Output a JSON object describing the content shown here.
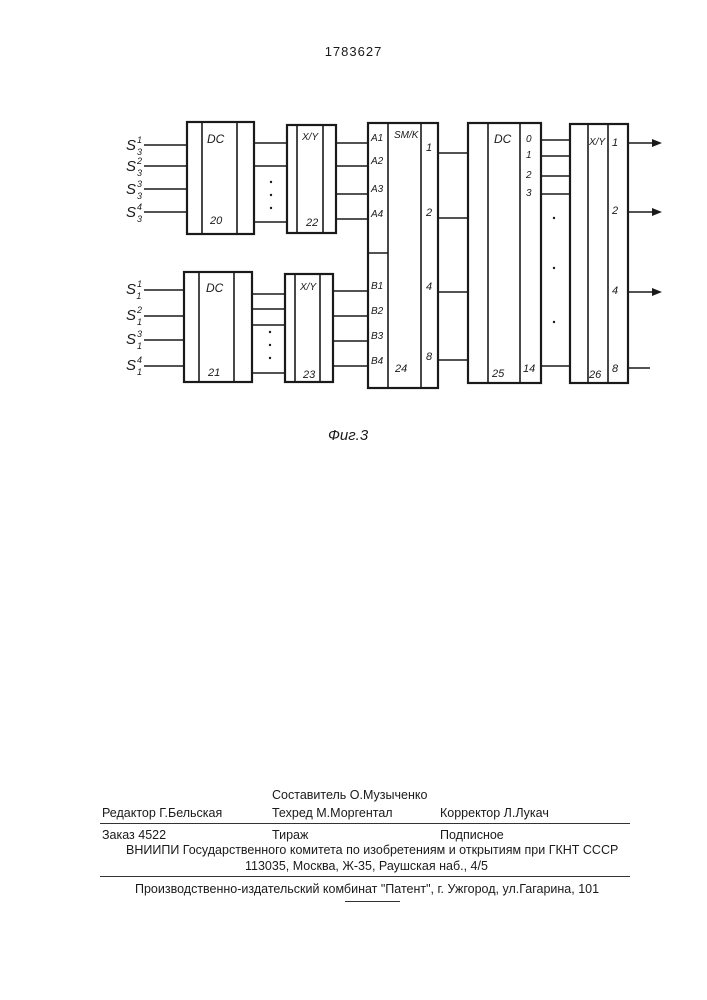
{
  "page_number": "1783627",
  "figure": {
    "caption": "Фиг.3",
    "inputs_upper": [
      {
        "base": "S",
        "sup": "1",
        "sub": "3"
      },
      {
        "base": "S",
        "sup": "2",
        "sub": "3"
      },
      {
        "base": "S",
        "sup": "3",
        "sub": "3"
      },
      {
        "base": "S",
        "sup": "4",
        "sub": "3"
      }
    ],
    "inputs_lower": [
      {
        "base": "S",
        "sup": "1",
        "sub": "1"
      },
      {
        "base": "S",
        "sup": "2",
        "sub": "1"
      },
      {
        "base": "S",
        "sup": "3",
        "sub": "1"
      },
      {
        "base": "S",
        "sup": "4",
        "sub": "1"
      }
    ],
    "blocks": {
      "dc20": {
        "title": "DC",
        "number": "20"
      },
      "conv22": {
        "title": "X/Y",
        "number": "22"
      },
      "dc21": {
        "title": "DC",
        "number": "21"
      },
      "conv23": {
        "title": "X/Y",
        "number": "23"
      },
      "sm24": {
        "title": "SM/K",
        "number": "24",
        "in_a": [
          "A1",
          "A2",
          "A3",
          "A4"
        ],
        "in_b": [
          "B1",
          "B2",
          "B3",
          "B4"
        ],
        "outputs": [
          "1",
          "2",
          "4",
          "8"
        ]
      },
      "dc25": {
        "title": "DC",
        "number": "25",
        "number2": "14",
        "outputs": [
          "0",
          "1",
          "2",
          "3"
        ]
      },
      "conv26": {
        "title": "X/Y",
        "number": "26",
        "outputs": [
          "1",
          "2",
          "4",
          "8"
        ]
      }
    }
  },
  "footer": {
    "compiler": "Составитель О.Музыченко",
    "editor": "Редактор  Г.Бельская",
    "techred": "Техред М.Моргентал",
    "corrector": "Корректор  Л.Лукач",
    "order": "Заказ 4522",
    "circulation": "Тираж",
    "subscription": "Подписное",
    "institute": "ВНИИПИ Государственного комитета по изобретениям и открытиям при ГКНТ СССР",
    "address": "113035, Москва, Ж-35, Раушская наб., 4/5",
    "publisher": "Производственно-издательский комбинат \"Патент\", г. Ужгород, ул.Гагарина, 101"
  }
}
